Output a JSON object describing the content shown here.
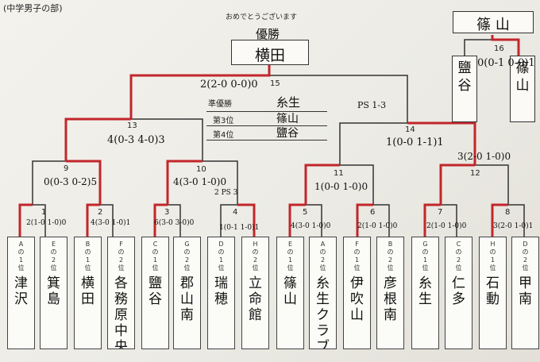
{
  "header": {
    "division": "(中学男子の部)",
    "congrats": "おめでとうございます"
  },
  "results": {
    "champion_label": "優勝",
    "champion": "横田",
    "runner_up_label": "準優勝",
    "runner_up": "糸生",
    "third_label": "第3位",
    "third": "篠山",
    "fourth_label": "第4位",
    "fourth": "鹽谷"
  },
  "match16": {
    "number": "16",
    "winner": "篠 山",
    "team_a": "鹽谷",
    "team_b": "篠山",
    "score": "0(0-1 0-0)1"
  },
  "matches": {
    "m1": {
      "number": "1",
      "score": "2(1-0 1-0)0"
    },
    "m2": {
      "number": "2",
      "score": "4(3-0 1-0)1"
    },
    "m3": {
      "number": "3",
      "score": "6(3-0 3-0)0"
    },
    "m4": {
      "number": "4",
      "score": "1(0-1 1-0)1"
    },
    "m5": {
      "number": "5",
      "score": "4(3-0 1-0)0"
    },
    "m6": {
      "number": "6",
      "score": "2(1-0 1-0)0"
    },
    "m7": {
      "number": "7",
      "score": "2(1-0 1-0)0"
    },
    "m8": {
      "number": "8",
      "score": "3(2-0 1-0)1"
    },
    "m9": {
      "number": "9",
      "score": "0(0-3 0-2)5"
    },
    "m10": {
      "number": "10",
      "score": "4(3-0 1-0)0",
      "note": "2 PS 3"
    },
    "m11": {
      "number": "11",
      "score": "1(0-0 1-0)0"
    },
    "m12": {
      "number": "12",
      "score": "3(2-0 1-0)0"
    },
    "m13": {
      "number": "13",
      "score": "4(0-3 4-0)3"
    },
    "m14": {
      "number": "14",
      "score": "1(0-0 1-1)1",
      "note": "PS 1-3"
    },
    "m15": {
      "number": "15",
      "score": "2(2-0 0-0)0"
    }
  },
  "teams": [
    {
      "seed": "Aの1位",
      "name": "津沢"
    },
    {
      "seed": "Eの2位",
      "name": "箕島"
    },
    {
      "seed": "Bの1位",
      "name": "横田"
    },
    {
      "seed": "Fの2位",
      "name": "各務原中央"
    },
    {
      "seed": "Cの1位",
      "name": "鹽谷"
    },
    {
      "seed": "Gの2位",
      "name": "郡山南"
    },
    {
      "seed": "Dの1位",
      "name": "瑞穂"
    },
    {
      "seed": "Hの2位",
      "name": "立命館"
    },
    {
      "seed": "Eの1位",
      "name": "篠山"
    },
    {
      "seed": "Aの2位",
      "name": "糸生クラブ"
    },
    {
      "seed": "Fの1位",
      "name": "伊吹山"
    },
    {
      "seed": "Bの2位",
      "name": "彦根南"
    },
    {
      "seed": "Gの1位",
      "name": "糸生"
    },
    {
      "seed": "Cの2位",
      "name": "仁多"
    },
    {
      "seed": "Hの1位",
      "name": "石動"
    },
    {
      "seed": "Dの2位",
      "name": "甲南"
    }
  ]
}
